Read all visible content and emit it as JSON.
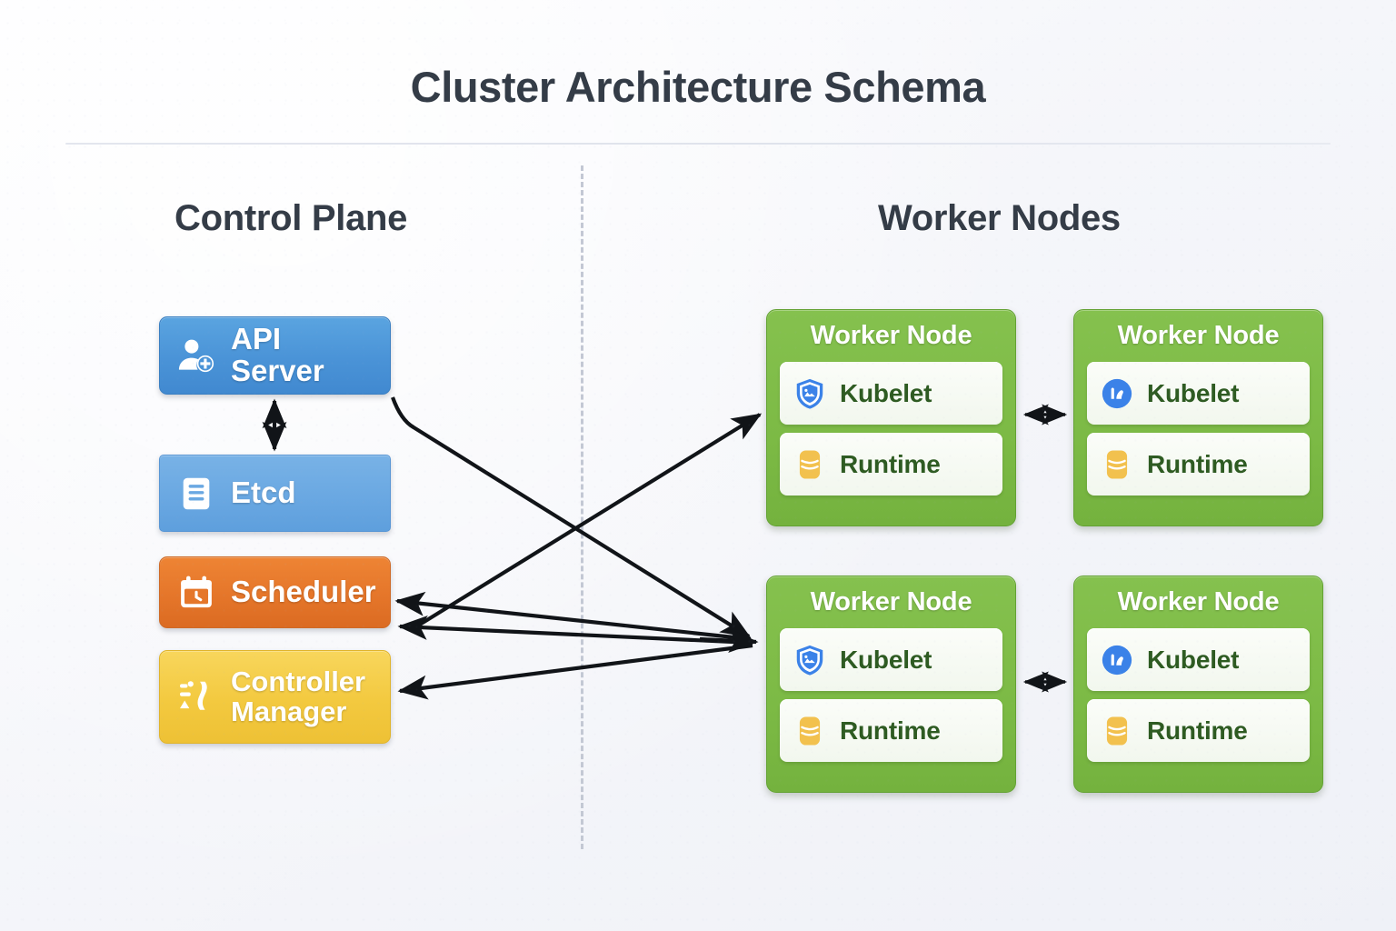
{
  "title": "Cluster Architecture Schema",
  "sections": {
    "control_plane_heading": "Control Plane",
    "worker_nodes_heading": "Worker Nodes"
  },
  "control_plane": {
    "components": [
      {
        "label": "API Server",
        "icon": "user-plus-icon",
        "color": "#4a93d7"
      },
      {
        "label": "Etcd",
        "icon": "document-lines-icon",
        "color": "#6aa8e2"
      },
      {
        "label": "Scheduler",
        "icon": "calendar-clock-icon",
        "color": "#e5762a"
      },
      {
        "label": "Controller Manager",
        "icon": "sliders-icon",
        "color": "#f3c93f"
      }
    ]
  },
  "worker_nodes": [
    {
      "title": "Worker Node",
      "position": "top-left",
      "rows": [
        {
          "label": "Kubelet",
          "icon": "shield-icon",
          "icon_color": "#3b82e8"
        },
        {
          "label": "Runtime",
          "icon": "database-icon",
          "icon_color": "#f2c14e"
        }
      ]
    },
    {
      "title": "Worker Node",
      "position": "top-right",
      "rows": [
        {
          "label": "Kubelet",
          "icon": "gauge-circle-icon",
          "icon_color": "#3b82e8"
        },
        {
          "label": "Runtime",
          "icon": "database-icon",
          "icon_color": "#f2c14e"
        }
      ]
    },
    {
      "title": "Worker Node",
      "position": "bottom-left",
      "rows": [
        {
          "label": "Kubelet",
          "icon": "shield-icon",
          "icon_color": "#3b82e8"
        },
        {
          "label": "Runtime",
          "icon": "database-icon",
          "icon_color": "#f2c14e"
        }
      ]
    },
    {
      "title": "Worker Node",
      "position": "bottom-right",
      "rows": [
        {
          "label": "Kubelet",
          "icon": "gauge-circle-icon",
          "icon_color": "#3b82e8"
        },
        {
          "label": "Runtime",
          "icon": "database-icon",
          "icon_color": "#f2c14e"
        }
      ]
    }
  ],
  "connections": [
    {
      "from": "API Server",
      "to": "Etcd",
      "direction": "bidirectional"
    },
    {
      "from": "Worker Node top-left",
      "to": "Worker Node top-right",
      "direction": "bidirectional"
    },
    {
      "from": "Worker Node bottom-left",
      "to": "Worker Node bottom-right",
      "direction": "bidirectional"
    },
    {
      "from": "Worker Node bottom-left",
      "to": "API Server",
      "direction": "single"
    },
    {
      "from": "API Server",
      "to": "Worker Node top-left",
      "direction": "single"
    },
    {
      "from": "Scheduler",
      "to": "Worker Node bottom-left",
      "direction": "single"
    },
    {
      "from": "Worker Node bottom-left",
      "to": "Scheduler",
      "direction": "single"
    },
    {
      "from": "Worker Node bottom-left",
      "to": "Controller Manager",
      "direction": "single"
    }
  ],
  "colors": {
    "background": "#f5f6fa",
    "title_text": "#343c47",
    "api_server": "#4a93d7",
    "etcd": "#6aa8e2",
    "scheduler": "#e5762a",
    "controller_manager": "#f3c93f",
    "worker_node": "#7cba45",
    "worker_row_text": "#2e5b22",
    "divider": "#c3c8d4",
    "arrow": "#111418"
  }
}
